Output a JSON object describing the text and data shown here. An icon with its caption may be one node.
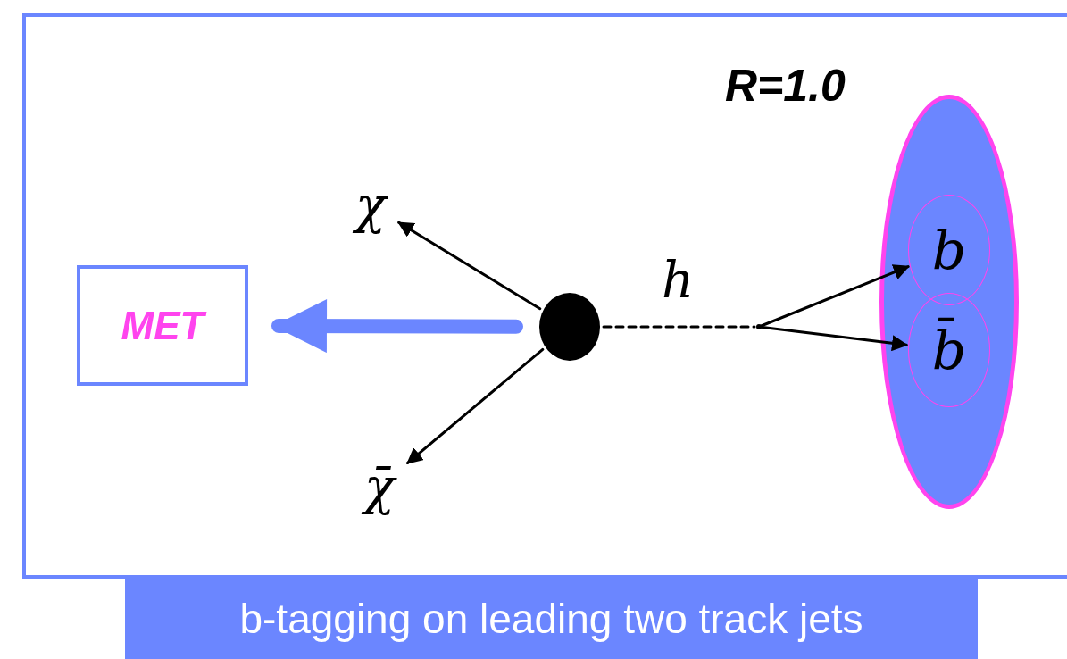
{
  "diagram": {
    "nodes": [
      {
        "text": [],
        "shape": "box"
      },
      {
        "text": [
          "MET"
        ],
        "in": 0
      },
      {
        "text": [],
        "shape": "circle",
        "in": 0
      },
      {
        "text": [
          "χ"
        ],
        "in": 0
      },
      {
        "text": [
          "χ̄"
        ],
        "in": 0
      },
      {
        "text": [],
        "shape": "ellipse",
        "in": 0,
        "beside": [
          "R=1.0"
        ]
      },
      {
        "text": [
          "b"
        ],
        "in": 5
      },
      {
        "text": [
          "b̄"
        ],
        "in": 5
      },
      {
        "text": [
          "b-tagging on leading two track jets"
        ]
      },
      {
        "text": [],
        "shape": "dot",
        "in": 0
      }
    ],
    "edges": [
      {
        "from": 2,
        "to": 1,
        "arrow": "to",
        "style": "thick",
        "color": "#6b86ff"
      },
      {
        "from": 2,
        "to": 3,
        "arrow": "to"
      },
      {
        "from": 2,
        "to": 4,
        "arrow": "to"
      },
      {
        "from": 2,
        "to": 9,
        "arrow": "none",
        "label": "h",
        "style": "dashed"
      },
      {
        "from": 9,
        "to": 6,
        "arrow": "to"
      },
      {
        "from": 9,
        "to": 7,
        "arrow": "to"
      }
    ]
  }
}
